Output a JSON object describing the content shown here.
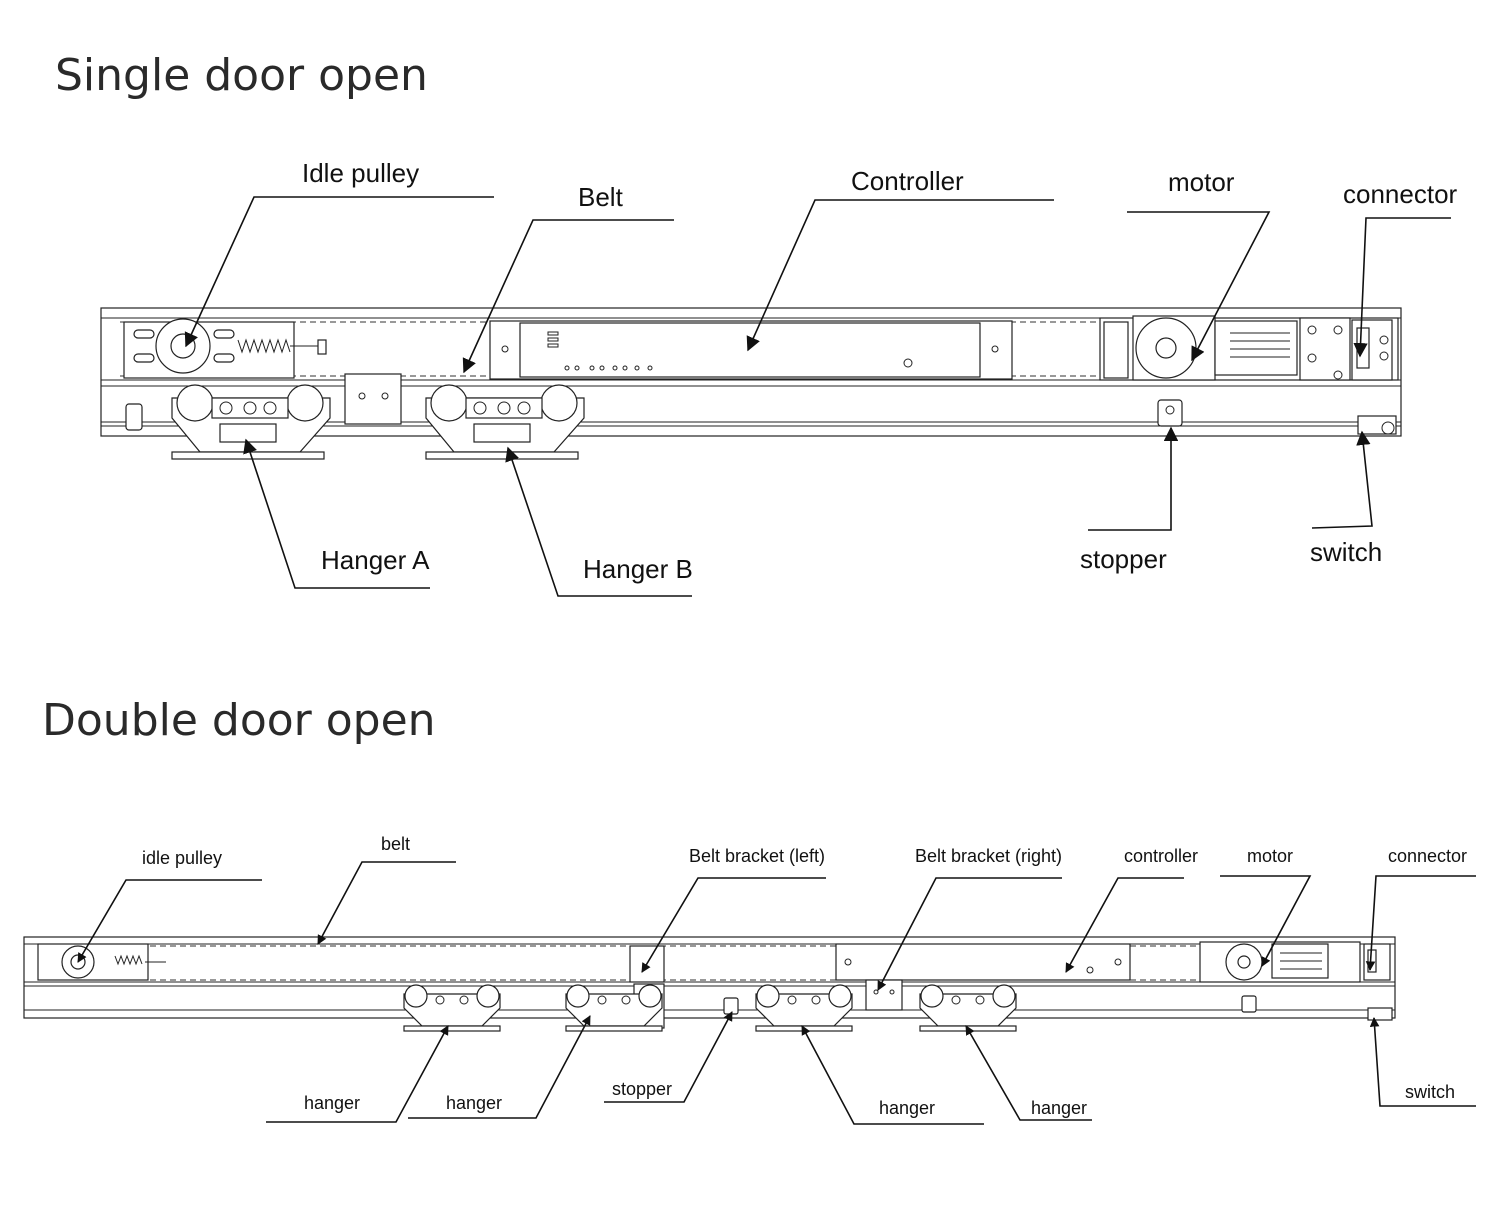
{
  "single": {
    "title": "Single door open",
    "labels": {
      "idle_pulley": "Idle pulley",
      "belt": "Belt",
      "controller": "Controller",
      "motor": "motor",
      "connector": "connector",
      "hanger_a": "Hanger A",
      "hanger_b": "Hanger B",
      "stopper": "stopper",
      "switch": "switch"
    }
  },
  "double": {
    "title": "Double door open",
    "labels": {
      "idle_pulley": "idle pulley",
      "belt": "belt",
      "belt_bracket_left": "Belt bracket (left)",
      "belt_bracket_right": "Belt bracket (right)",
      "controller": "controller",
      "motor": "motor",
      "connector": "connector",
      "hanger_1": "hanger",
      "hanger_2": "hanger",
      "stopper": "stopper",
      "hanger_3": "hanger",
      "hanger_4": "hanger",
      "switch": "switch"
    }
  }
}
